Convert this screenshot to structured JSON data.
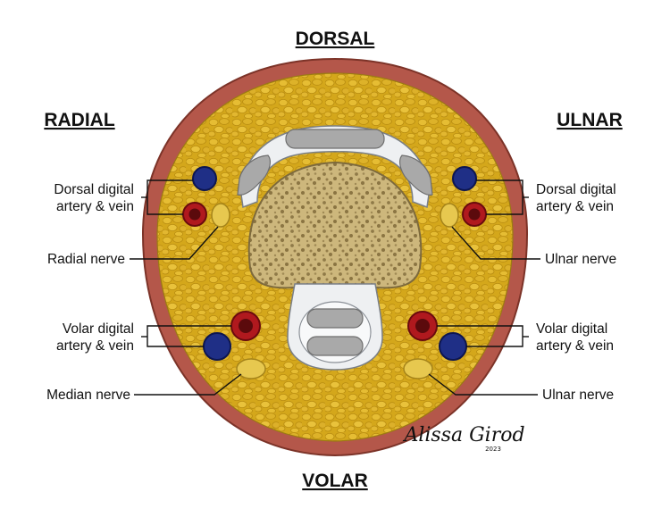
{
  "orientation": {
    "top": "DORSAL",
    "bottom": "VOLAR",
    "left": "RADIAL",
    "right": "ULNAR"
  },
  "labels": {
    "left_dorsal_vessels": [
      "Dorsal digital",
      "artery & vein"
    ],
    "left_nerve_dorsal": "Radial nerve",
    "left_volar_vessels": [
      "Volar digital",
      "artery & vein"
    ],
    "left_nerve_volar": "Median nerve",
    "right_dorsal_vessels": [
      "Dorsal digital",
      "artery & vein"
    ],
    "right_nerve_dorsal": "Ulnar nerve",
    "right_volar_vessels": [
      "Volar digital",
      "artery & vein"
    ],
    "right_nerve_volar": "Ulnar nerve"
  },
  "signature": {
    "name": "Alissa Girod",
    "year": "2023"
  },
  "colors": {
    "skin": "#b4574a",
    "fat": "#d7ab1f",
    "bone": "#cdb77c",
    "tendon": "#a9a9a9",
    "sheath": "#eef0f2",
    "artery": "#b0191e",
    "vein": "#1f2f86",
    "nerve": "#e7c84f"
  }
}
